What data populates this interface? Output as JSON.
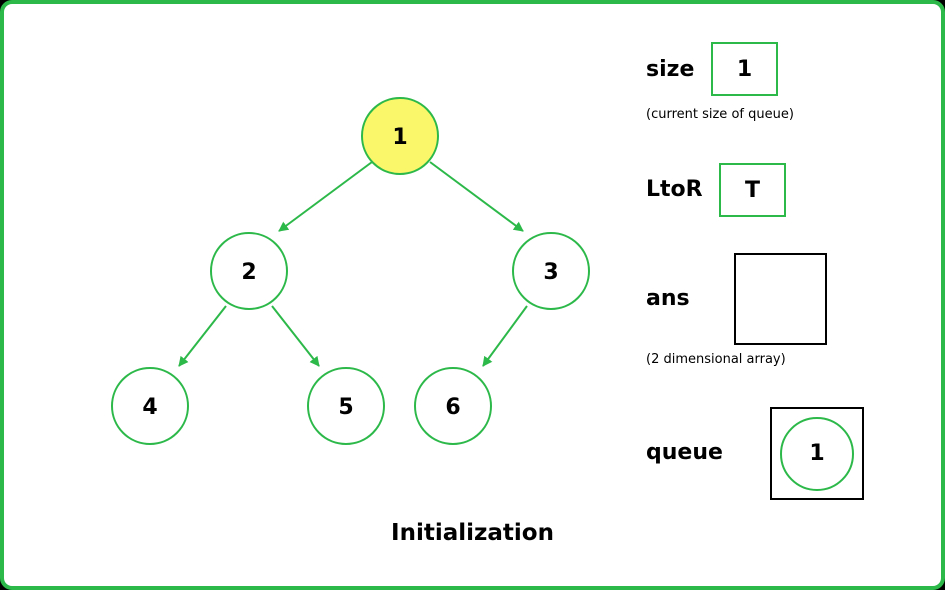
{
  "colors": {
    "accent": "#2db84a",
    "highlight": "#faf86a",
    "border": "#000000"
  },
  "tree": {
    "nodes": [
      "1",
      "2",
      "3",
      "4",
      "5",
      "6"
    ],
    "highlighted": "1"
  },
  "vars": {
    "size": {
      "label": "size",
      "value": "1",
      "note": "(current size of queue)"
    },
    "ltor": {
      "label": "LtoR",
      "value": "T"
    },
    "ans": {
      "label": "ans",
      "value": "",
      "note": "(2 dimensional array)"
    },
    "queue": {
      "label": "queue",
      "items": [
        "1"
      ]
    }
  },
  "caption": "Initialization"
}
